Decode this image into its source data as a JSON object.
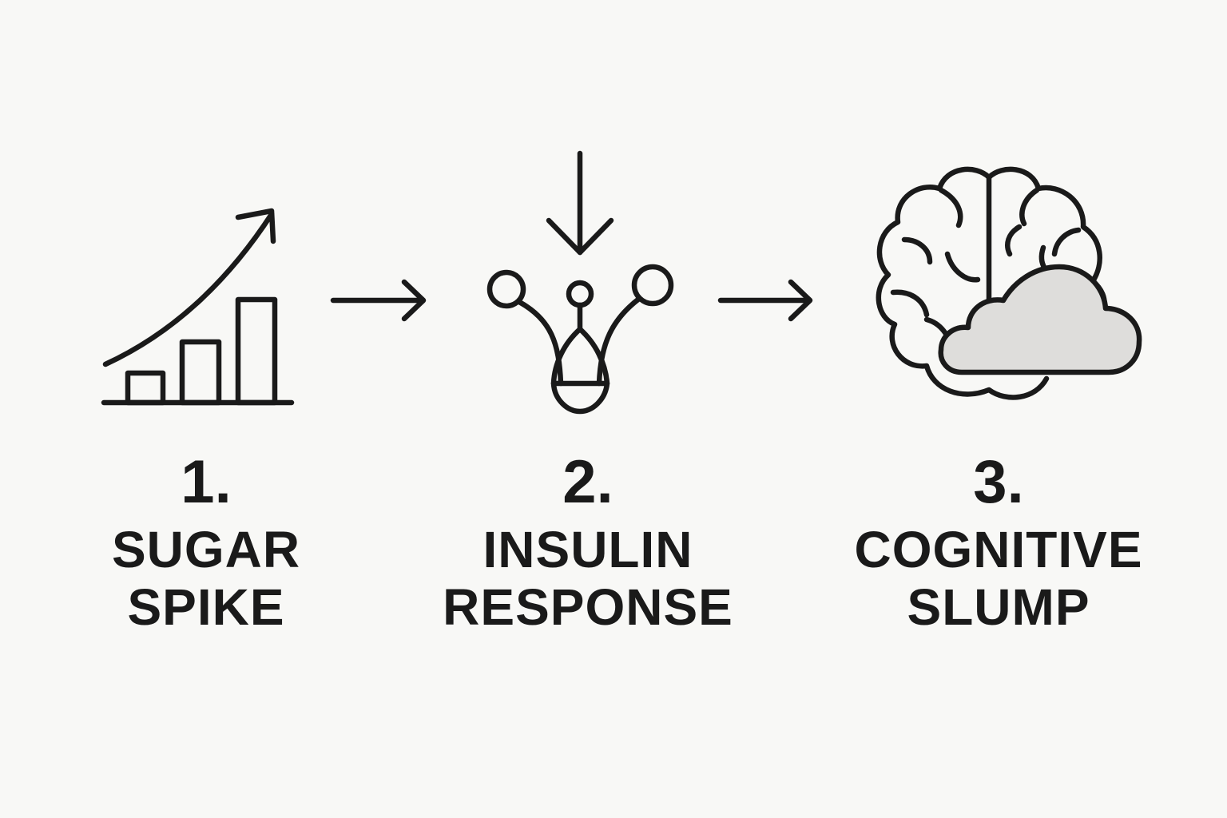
{
  "steps": [
    {
      "number": "1.",
      "title_line1": "SUGAR",
      "title_line2": "SPIKE",
      "icon": "rising-bar-chart-icon"
    },
    {
      "number": "2.",
      "title_line1": "INSULIN",
      "title_line2": "RESPONSE",
      "icon": "insulin-molecule-icon"
    },
    {
      "number": "3.",
      "title_line1": "COGNITIVE",
      "title_line2": "SLUMP",
      "icon": "brain-fog-cloud-icon"
    }
  ],
  "colors": {
    "background": "#f8f8f6",
    "ink": "#1a1a1a",
    "cloud_fill": "#dedddb"
  }
}
